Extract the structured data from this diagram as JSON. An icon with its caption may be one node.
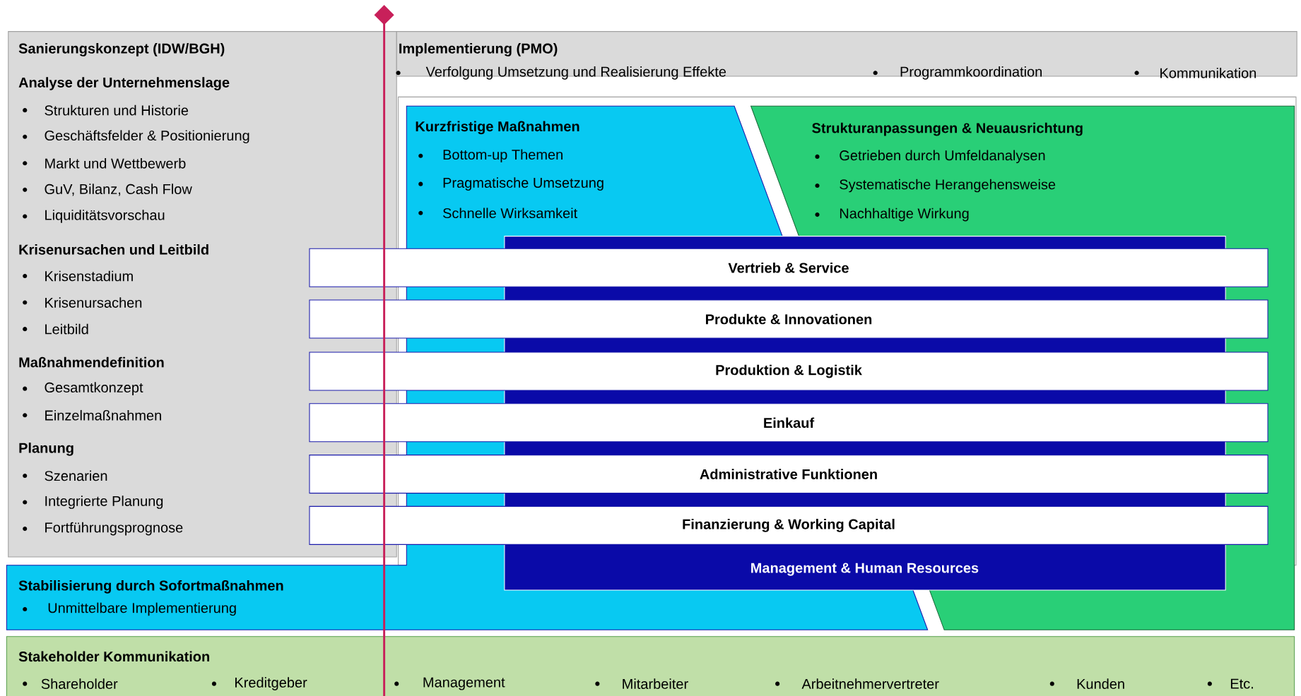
{
  "diagram": {
    "nodes": [
      {
        "text": [
          "Sanierungskonzept (IDW/BGH)",
          "Analyse der Unternehmenslage",
          "Strukturen und Historie",
          "Geschäftsfelder & Positionierung",
          "Markt und Wettbewerb",
          "GuV, Bilanz, Cash Flow",
          "Liquiditätsvorschau",
          "Krisenursachen und Leitbild",
          "Krisenstadium",
          "Krisenursachen",
          "Leitbild",
          "Maßnahmendefinition",
          "Gesamtkonzept",
          "Einzelmaßnahmen",
          "Planung",
          "Szenarien",
          "Integrierte Planung",
          "Fortführungsprognose"
        ]
      },
      {
        "text": [
          "Implementierung (PMO)",
          "Verfolgung Umsetzung und Realisierung Effekte",
          "Programmkoordination",
          "Kommunikation"
        ]
      },
      {
        "text": [
          "Kurzfristige Maßnahmen",
          "Bottom-up Themen",
          "Pragmatische Umsetzung",
          "Schnelle Wirksamkeit",
          "Stabilisierung durch Sofortmaßnahmen",
          "Unmittelbare Implementierung"
        ]
      },
      {
        "text": [
          "Strukturanpassungen & Neuausrichtung",
          "Getrieben durch Umfeldanalysen",
          "Systematische Herangehensweise",
          "Nachhaltige Wirkung"
        ]
      },
      {
        "text": [
          "Vertrieb & Service"
        ]
      },
      {
        "text": [
          "Produkte & Innovationen"
        ]
      },
      {
        "text": [
          "Produktion & Logistik"
        ]
      },
      {
        "text": [
          "Einkauf"
        ]
      },
      {
        "text": [
          "Administrative Funktionen"
        ]
      },
      {
        "text": [
          "Finanzierung & Working Capital"
        ]
      },
      {
        "text": [
          "Management & Human Resources"
        ]
      },
      {
        "text": [
          "Stakeholder Kommunikation",
          "Shareholder",
          "Kreditgeber",
          "Management",
          "Mitarbeiter",
          "Arbeitnehmervertreter",
          "Kunden",
          "Etc."
        ]
      }
    ]
  }
}
